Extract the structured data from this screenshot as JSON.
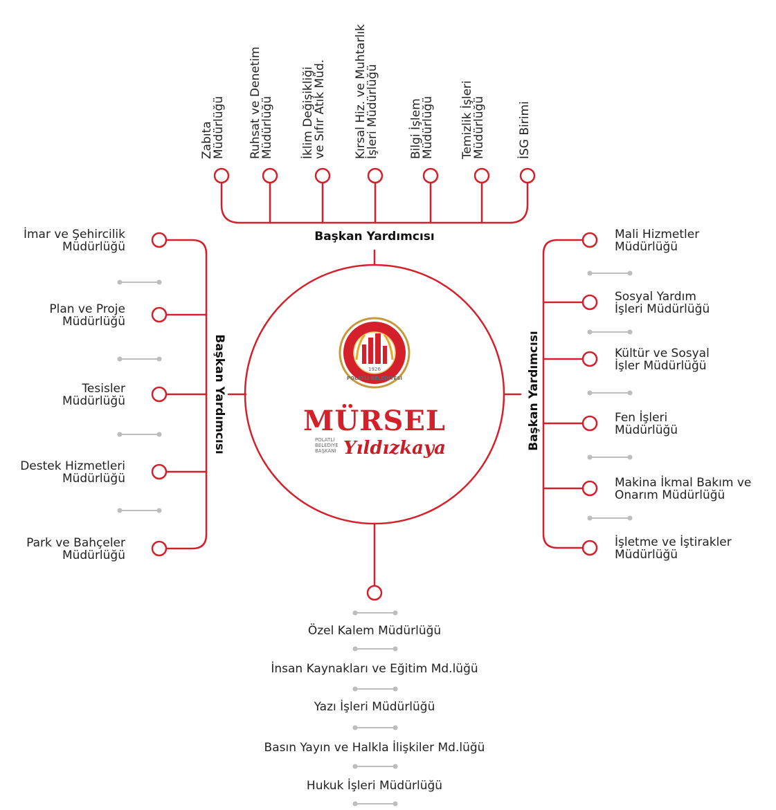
{
  "center": {
    "brand_name": "MÜRSEL",
    "surname": "Yıldızkaya",
    "title_lines": [
      "POLATLI",
      "BELEDİYE",
      "BAŞKANI"
    ],
    "seal_text": "POLATLI BELEDİYESİ",
    "seal_year": "1926"
  },
  "top": {
    "vice": "Başkan Yardımcısı",
    "units": [
      [
        "Zabıta",
        "Müdürlüğü"
      ],
      [
        "Ruhsat ve Denetim",
        "Müdürlüğü"
      ],
      [
        "İklim Değişikliği",
        "ve Sıfır Atık Müd."
      ],
      [
        "Kırsal Hiz. ve Muhtarlık",
        "İşleri Müdürlüğü"
      ],
      [
        "Bilgi İşlem",
        "Müdürlüğü"
      ],
      [
        "Temizlik İşleri",
        "Müdürlüğü"
      ],
      [
        "İSG Birimi"
      ]
    ]
  },
  "left": {
    "vice": "Başkan Yardımcısı",
    "units": [
      [
        "İmar ve Şehircilik",
        "Müdürlüğü"
      ],
      [
        "Plan ve Proje",
        "Müdürlüğü"
      ],
      [
        "Tesisler",
        "Müdürlüğü"
      ],
      [
        "Destek Hizmetleri",
        "Müdürlüğü"
      ],
      [
        "Park ve Bahçeler",
        "Müdürlüğü"
      ]
    ]
  },
  "right": {
    "vice": "Başkan Yardımcısı",
    "units": [
      [
        "Mali Hizmetler",
        "Müdürlüğü"
      ],
      [
        "Sosyal Yardım",
        "İşleri Müdürlüğü"
      ],
      [
        "Kültür ve Sosyal",
        "İşler Müdürlüğü"
      ],
      [
        "Fen İşleri",
        "Müdürlüğü"
      ],
      [
        "Makina İkmal Bakım ve",
        "Onarım Müdürlüğü"
      ],
      [
        "İşletme ve İştirakler",
        "Müdürlüğü"
      ]
    ]
  },
  "bottom": {
    "units": [
      "Özel Kalem Müdürlüğü",
      "İnsan Kaynakları ve Eğitim Md.lüğü",
      "Yazı İşleri Müdürlüğü",
      "Basın Yayın ve Halkla İlişkiler Md.lüğü",
      "Hukuk İşleri Müdürlüğü"
    ]
  },
  "colors": {
    "accent": "#d3202a",
    "connector_gray": "#bdbdbd",
    "text": "#222222"
  }
}
